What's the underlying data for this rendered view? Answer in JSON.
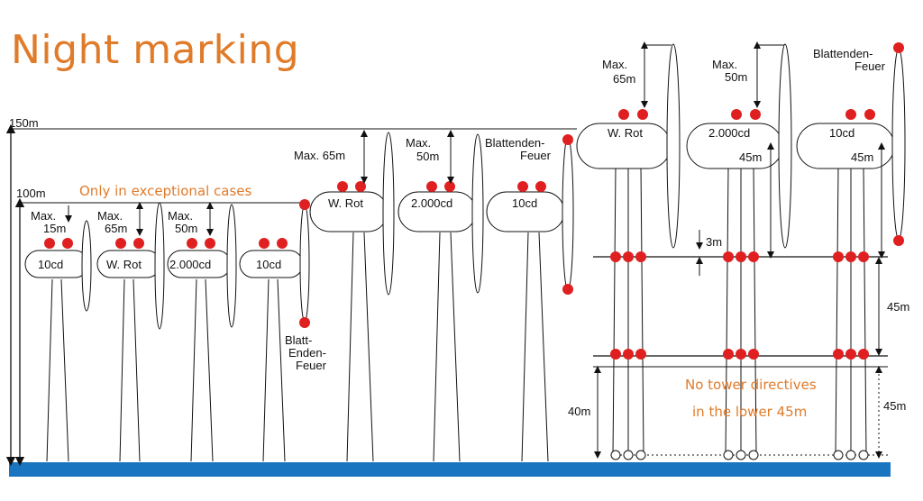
{
  "title": "Night marking",
  "heights": {
    "h150": "150m",
    "h100": "100m"
  },
  "exceptional": "Only in exceptional cases",
  "max15": [
    "Max.",
    "15m"
  ],
  "max65": [
    "Max.",
    "65m"
  ],
  "max50": [
    "Max.",
    "50m"
  ],
  "max65_inline": "Max. 65m",
  "label_10cd": "10cd",
  "label_wrot": "W. Rot",
  "label_2000": "2.000cd",
  "blatt_enden_feuer": [
    "Blatt-",
    "Enden-",
    "Feuer"
  ],
  "blattenden_feuer": [
    "Blattenden-",
    "Feuer"
  ],
  "m45": "45m",
  "m3": "3m",
  "m40": "40m",
  "no_tower": [
    "No tower directives",
    "in the lower 45m"
  ],
  "colors": {
    "accent": "#e07b2a",
    "light": "#e02020",
    "ground": "#1a75c0"
  }
}
